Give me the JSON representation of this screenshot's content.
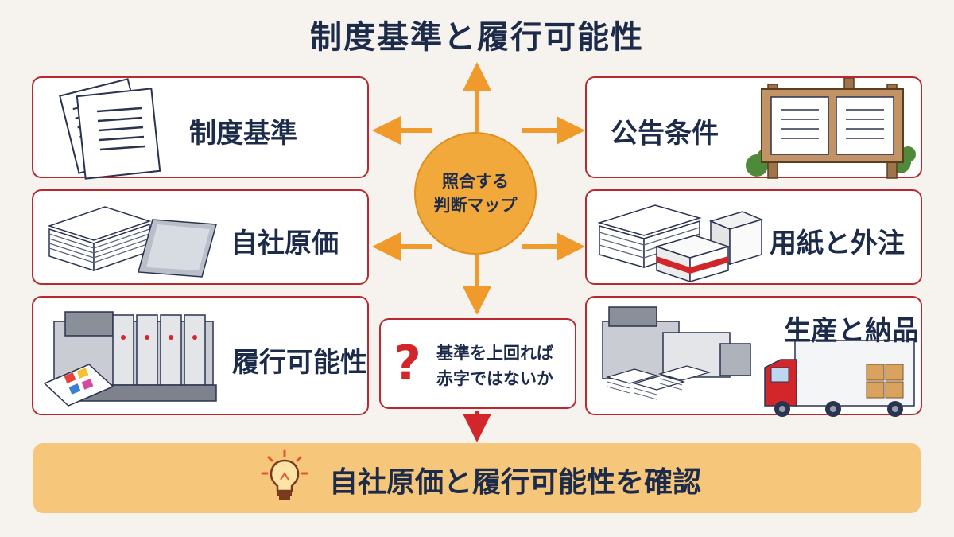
{
  "title": "制度基準と履行可能性",
  "hub": {
    "line1": "照合する",
    "line2": "判断マップ"
  },
  "left_cards": [
    {
      "label": "制度基準",
      "icon": "document-stack-icon"
    },
    {
      "label": "自社原価",
      "icon": "paper-stack-icon"
    },
    {
      "label": "履行可能性",
      "icon": "printing-press-icon"
    }
  ],
  "right_cards": [
    {
      "label": "公告条件",
      "icon": "notice-board-icon"
    },
    {
      "label": "用紙と外注",
      "icon": "paper-and-boxes-icon"
    },
    {
      "label": "生産と納品",
      "icon": "factory-and-truck-icon"
    }
  ],
  "question": {
    "mark": "?",
    "line1": "基準を上回れば",
    "line2": "赤字ではないか"
  },
  "conclusion": {
    "label": "自社原価と履行可能性を確認",
    "icon": "lightbulb-icon"
  },
  "colors": {
    "accent_orange": "#f2a93b",
    "arrow_orange": "#ef9a2a",
    "border_red": "#b8282e",
    "arrow_red": "#d2262b",
    "navy": "#1d2b4a",
    "bar": "#f6c67a"
  }
}
